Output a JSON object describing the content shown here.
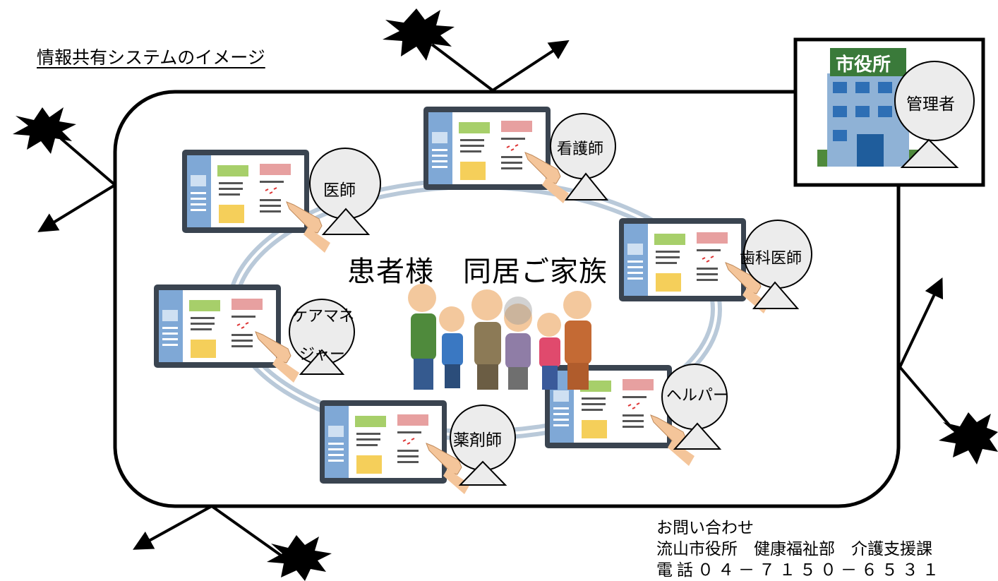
{
  "title": "情報共有システムのイメージ",
  "center_label": "患者様　同居ご家族",
  "city_hall_sign": "市役所",
  "roles": {
    "admin": "管理者",
    "nurse": "看護師",
    "doctor": "医師",
    "dentist": "歯科医師",
    "care_manager_line1": "ケアマネ",
    "care_manager_line2": "ジャー",
    "helper": "ヘルパー",
    "pharmacist": "薬剤師"
  },
  "contact": {
    "heading": "お問い合わせ",
    "department": "流山市役所　健康福祉部　介護支援課",
    "phone": "電話０４－７１５０－６５３１"
  },
  "colors": {
    "ring": "#b9c9d9",
    "tablet_frame": "#3a4450",
    "tablet_sidebar": "#7fa8d6",
    "card_green": "#a7cf6a",
    "card_pink": "#e7a0a0",
    "card_yellow": "#f5cf5a"
  }
}
